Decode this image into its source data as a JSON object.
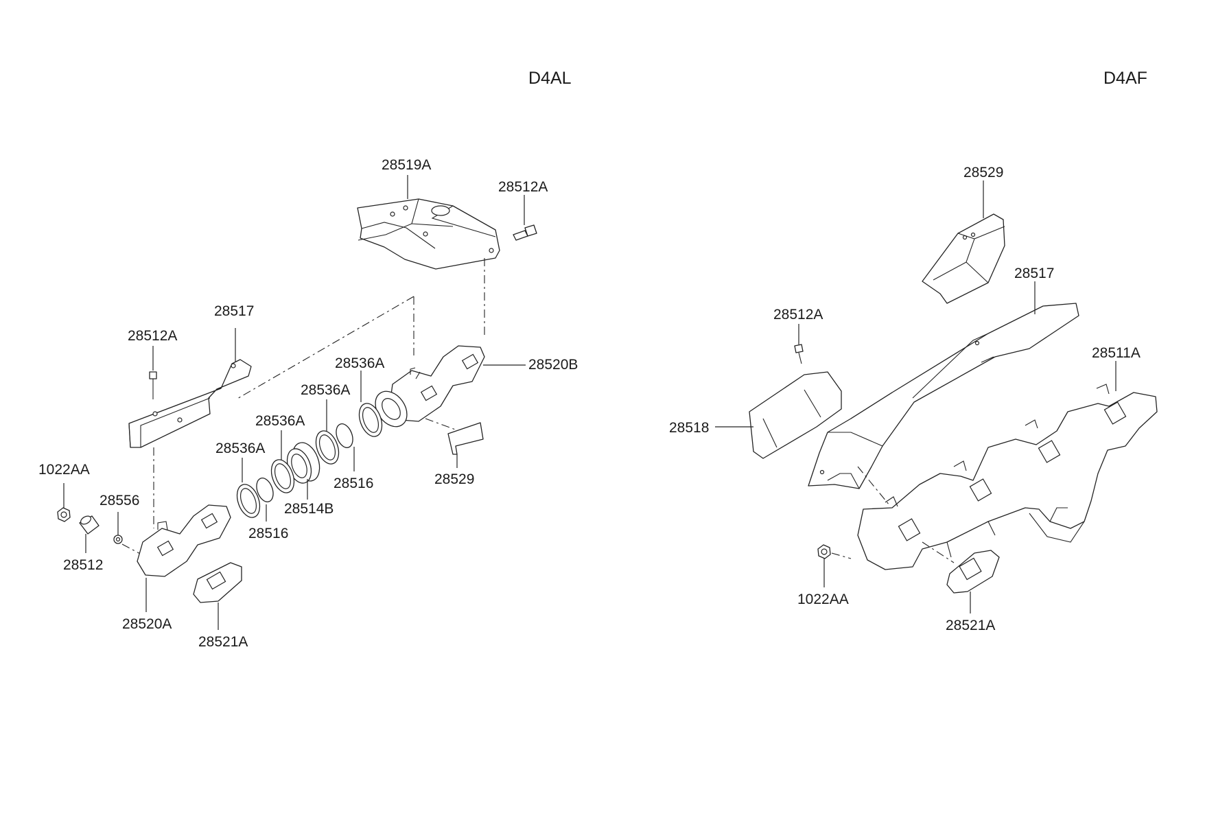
{
  "diagrams": [
    {
      "variant_label": "D4AL",
      "callouts": [
        {
          "id": "28519A"
        },
        {
          "id": "28512A"
        },
        {
          "id": "28517"
        },
        {
          "id": "28512A"
        },
        {
          "id": "28520B"
        },
        {
          "id": "28536A"
        },
        {
          "id": "28536A"
        },
        {
          "id": "28536A"
        },
        {
          "id": "28536A"
        },
        {
          "id": "1022AA"
        },
        {
          "id": "28556"
        },
        {
          "id": "28512"
        },
        {
          "id": "28520A"
        },
        {
          "id": "28521A"
        },
        {
          "id": "28516"
        },
        {
          "id": "28514B"
        },
        {
          "id": "28516"
        },
        {
          "id": "28529"
        }
      ]
    },
    {
      "variant_label": "D4AF",
      "callouts": [
        {
          "id": "28529"
        },
        {
          "id": "28517"
        },
        {
          "id": "28512A"
        },
        {
          "id": "28511A"
        },
        {
          "id": "28518"
        },
        {
          "id": "1022AA"
        },
        {
          "id": "28521A"
        }
      ]
    }
  ]
}
